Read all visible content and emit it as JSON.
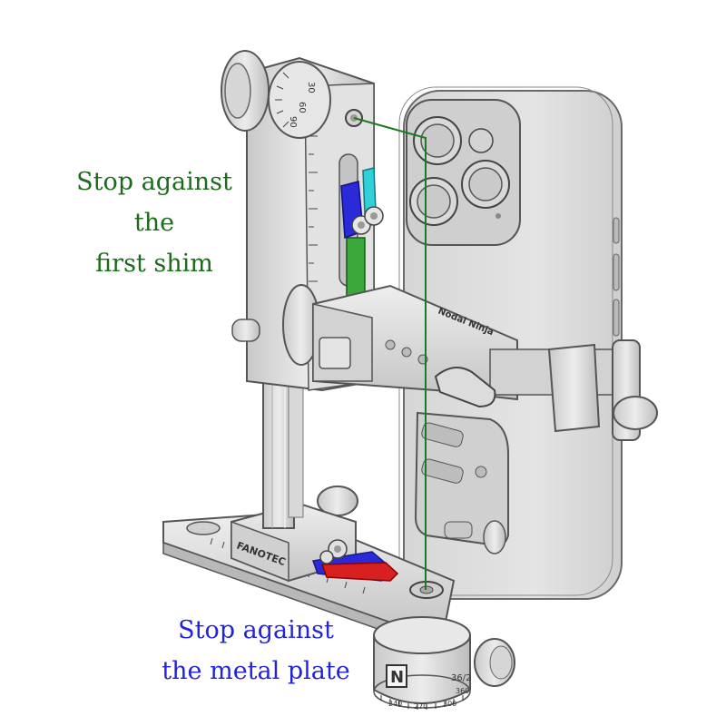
{
  "captions": {
    "top": {
      "lines": [
        "Stop against",
        "the",
        "first shim"
      ],
      "color": "#1c6b1c"
    },
    "bottom": {
      "lines": [
        "Stop against",
        "the metal plate"
      ],
      "color": "#2323d8"
    }
  },
  "device": {
    "brand_text": "FANOTEC",
    "logo_letter": "N",
    "arm_text": "Nodal Ninja"
  },
  "dials": {
    "top_scale": [
      "30",
      "60",
      "90"
    ],
    "rotator_scale": [
      "240",
      "270",
      "300",
      "360"
    ],
    "rotator_top_label": "36/2"
  },
  "colors": {
    "alignment_line": "#1e7a1e",
    "stop_top_blue": "#2a2ad8",
    "stop_top_cyan": "#2fd0d8",
    "stop_top_green": "#3aa83a",
    "stop_bottom_red": "#d82020",
    "stop_bottom_blue": "#2a2ad8",
    "metal": "#dcdcdc"
  }
}
